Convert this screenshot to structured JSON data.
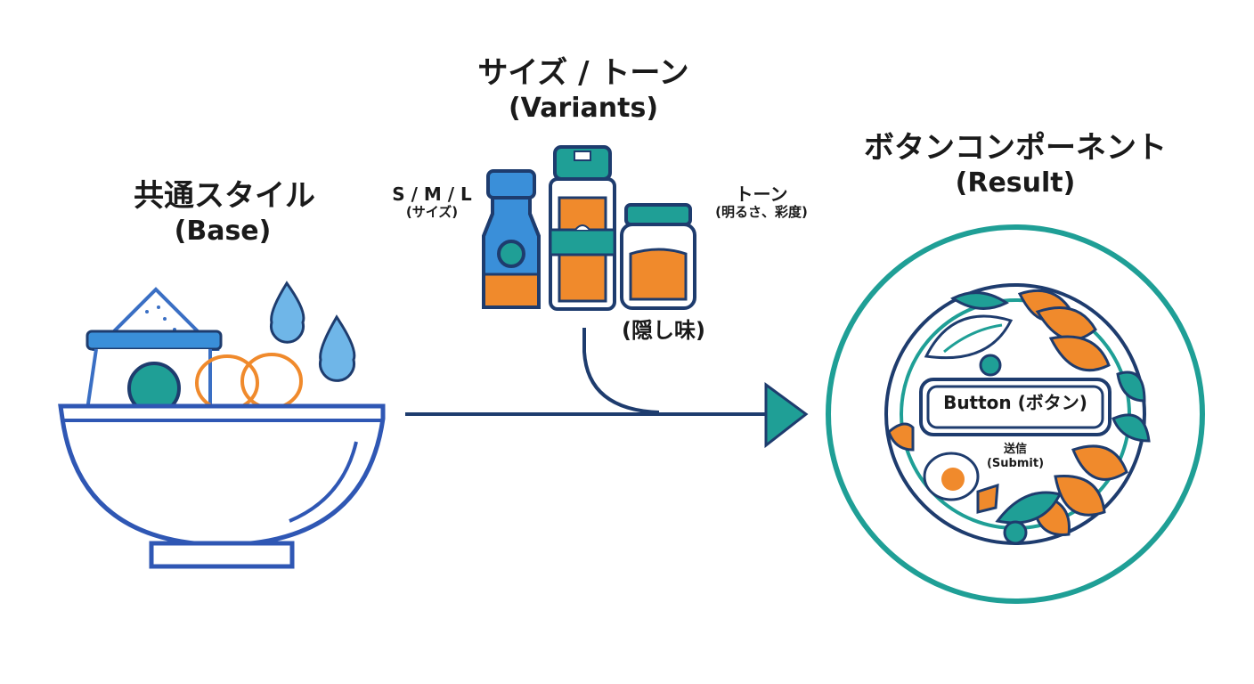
{
  "base": {
    "title": "共通スタイル",
    "subtitle": "(Base)"
  },
  "variants": {
    "title": "サイズ / トーン",
    "subtitle": "(Variants)",
    "size_label": "S / M / L",
    "size_sub": "(サイズ)",
    "tone_label": "トーン",
    "tone_sub": "(明るさ、彩度)",
    "secret_label": "(隠し味)"
  },
  "result": {
    "title": "ボタンコンポーネント",
    "subtitle": "(Result)",
    "button_text": "Button (ボタン)",
    "submit_label": "送信",
    "submit_sub": "(Submit)"
  },
  "colors": {
    "bowl_blue": "#2f57b4",
    "bottle_blue": "#3a8fd9",
    "navy": "#1e3c6e",
    "teal": "#1f9f96",
    "orange": "#f08a2c",
    "drop_blue": "#6fb6e8"
  },
  "icons": {
    "base": "mixing-bowl-icon",
    "variants": "spice-bottles-icon",
    "result": "plated-dish-icon",
    "flow": "arrow-right-icon"
  }
}
